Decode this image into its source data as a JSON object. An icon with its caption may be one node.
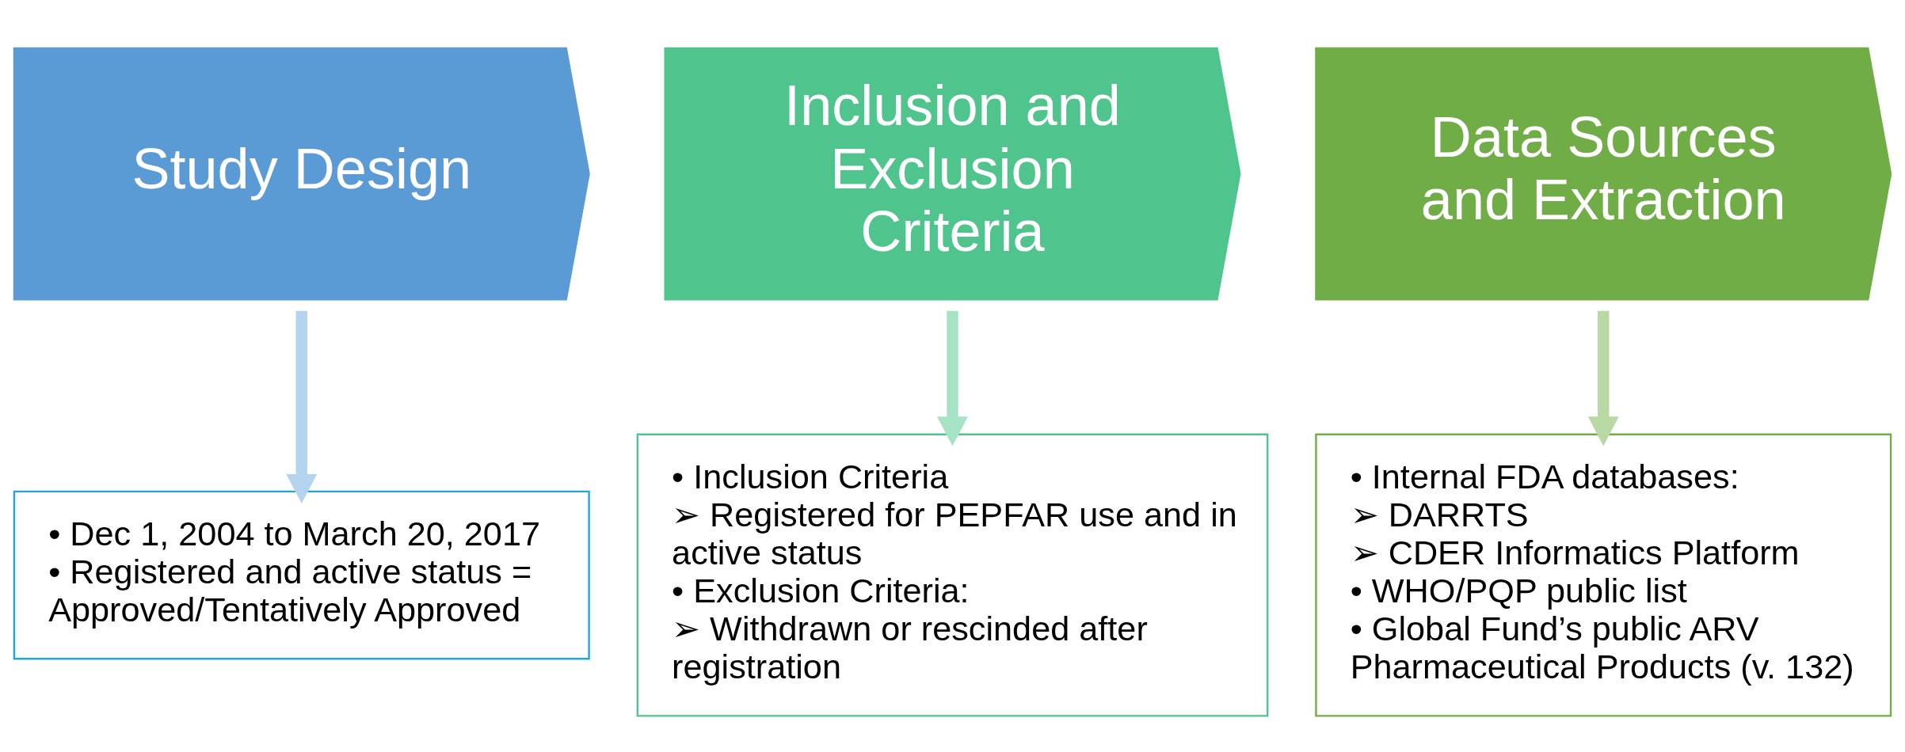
{
  "diagram": {
    "nodes": [
      {
        "text": [
          "Study Design"
        ]
      },
      {
        "text": [
          "Inclusion and Exclusion Criteria"
        ]
      },
      {
        "text": [
          "Data Sources and Extraction"
        ]
      },
      {
        "text": [
          "• Dec 1, 2004 to March 20, 2017",
          "• Registered and active status = Approved/Tentatively Approved"
        ]
      },
      {
        "text": [
          "• Inclusion Criteria",
          "➢ Registered for PEPFAR use and in active status",
          "• Exclusion Criteria:",
          "➢ Withdrawn or rescinded after registration"
        ]
      },
      {
        "text": [
          "• Internal FDA databases:",
          "➢ DARRTS",
          "➢ CDER Informatics Platform",
          "• WHO/PQP public list",
          "• Global Fund’s public ARV Pharmaceutical Products (v. 132)"
        ]
      }
    ],
    "edges": [
      {
        "from": 0,
        "to": 3,
        "arrow": "to",
        "color": "#b4d3ee"
      },
      {
        "from": 1,
        "to": 4,
        "arrow": "to",
        "color": "#a6e3c5"
      },
      {
        "from": 2,
        "to": 5,
        "arrow": "to",
        "color": "#b8d9a4"
      }
    ]
  }
}
